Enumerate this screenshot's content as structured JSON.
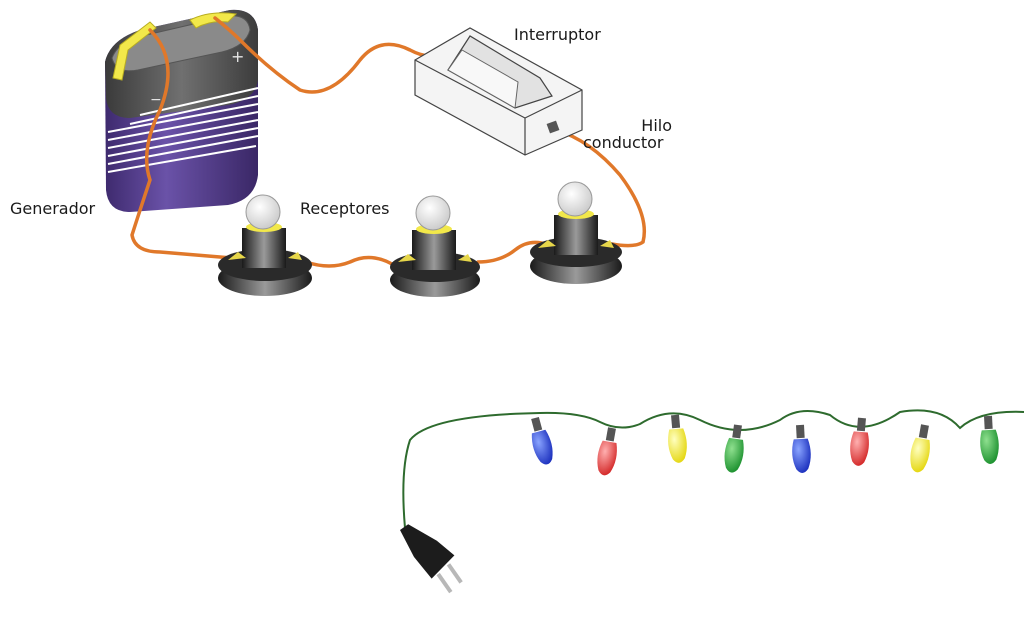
{
  "labels": {
    "generator": "Generador",
    "switch": "Interruptor",
    "wire_line1": "Hilo",
    "wire_line2": "conductor",
    "receivers": "Receptores"
  },
  "battery": {
    "minus_sign": "−",
    "plus_sign": "+"
  },
  "colors": {
    "wire": "#e0782a",
    "battery_top": "#4a4a4a",
    "battery_body": "#5a3e8c",
    "terminal": "#f2e84a",
    "garland_wire": "#2e6b2e"
  },
  "garland_bulbs": [
    "blue",
    "red",
    "yellow",
    "green",
    "blue",
    "red",
    "yellow",
    "green"
  ]
}
